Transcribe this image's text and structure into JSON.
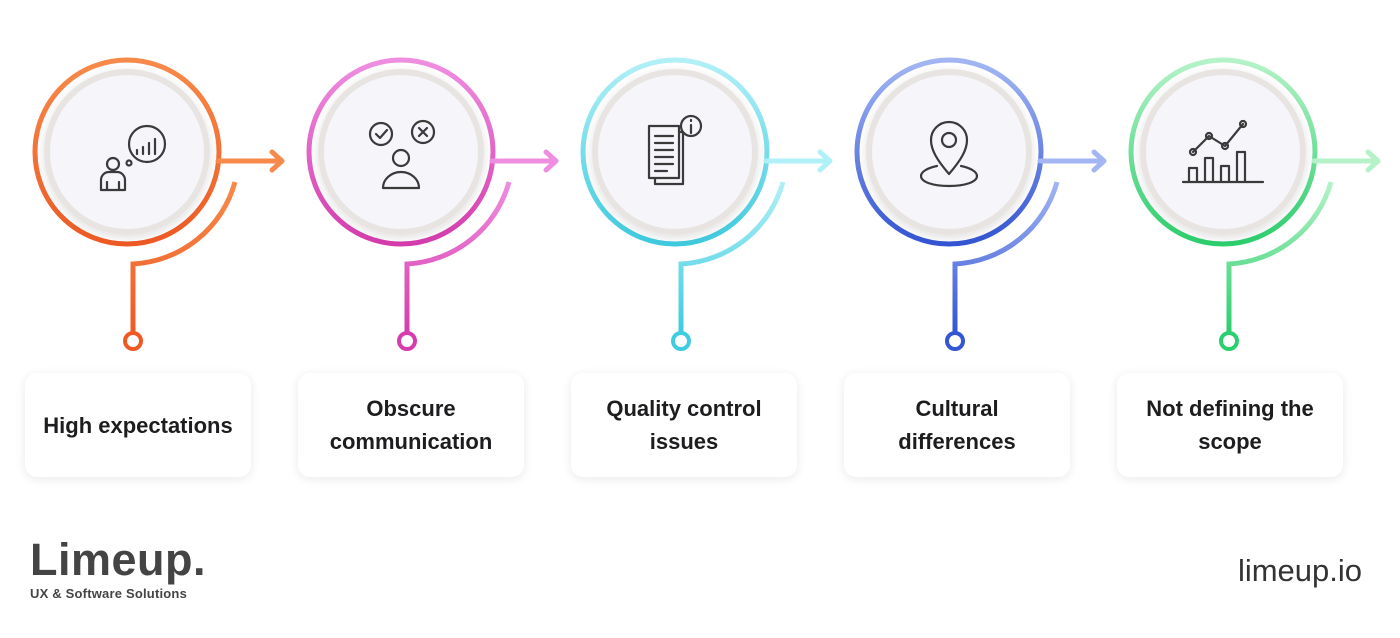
{
  "steps": [
    {
      "label": "High expectations",
      "icon": "person-thinking-chart-icon",
      "color": "#ef5a24",
      "color_light": "#f78a4a"
    },
    {
      "label": "Obscure communication",
      "icon": "person-approve-reject-icon",
      "color": "#d63cad",
      "color_light": "#ef8ee0"
    },
    {
      "label": "Quality control issues",
      "icon": "document-info-icon",
      "color": "#3fcbe0",
      "color_light": "#b2f0f7"
    },
    {
      "label": "Cultural differences",
      "icon": "location-pin-icon",
      "color": "#3455d4",
      "color_light": "#a3b6f3"
    },
    {
      "label": "Not defining the scope",
      "icon": "growth-chart-icon",
      "color": "#2ccf6e",
      "color_light": "#b5f2c8"
    }
  ],
  "logo": {
    "name": "Limeup.",
    "tagline": "UX & Software Solutions"
  },
  "site": "limeup.io"
}
